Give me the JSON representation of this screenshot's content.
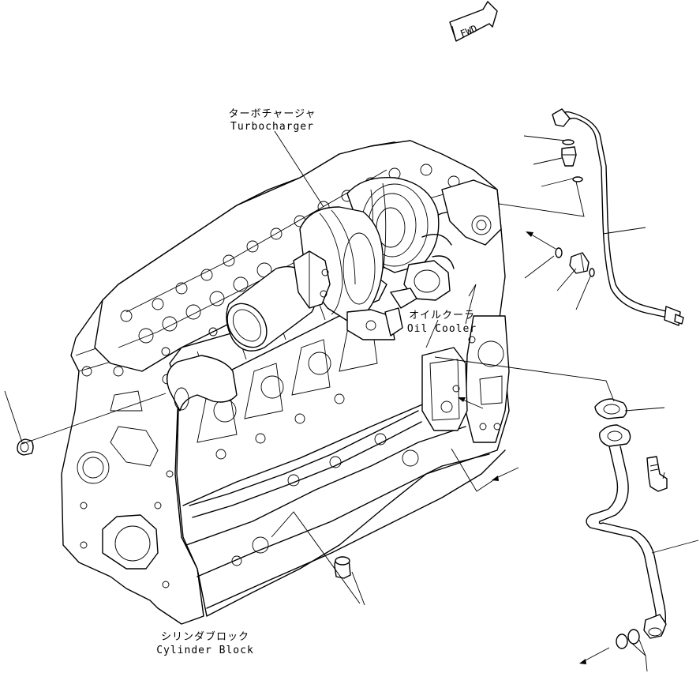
{
  "fwd_label": "FWD",
  "labels": {
    "turbocharger_jp": "ターボチャージャ",
    "turbocharger_en": "Turbocharger",
    "oil_cooler_jp": "オイルクーラ",
    "oil_cooler_en": "Oil Cooler",
    "cylinder_block_jp": "シリンダブロック",
    "cylinder_block_en": "Cylinder Block"
  }
}
